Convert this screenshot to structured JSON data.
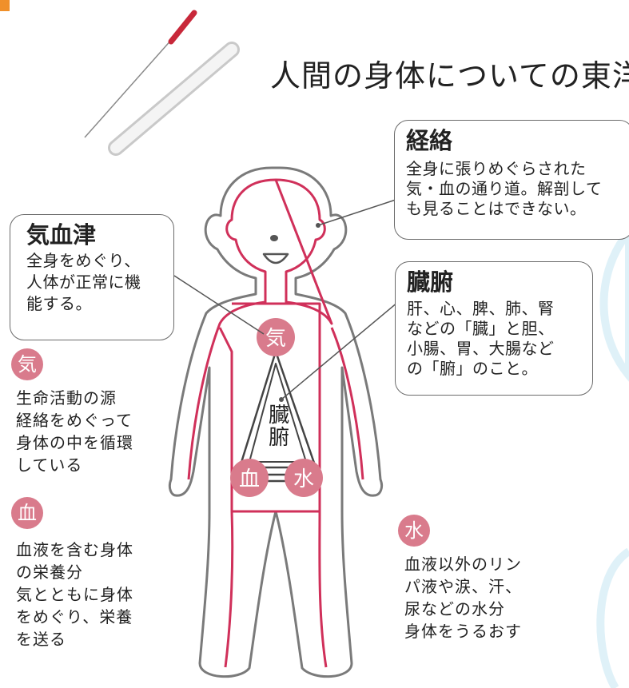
{
  "title": "人間の身体についての東洋",
  "keiraku": {
    "heading": "経絡",
    "text": "全身に張りめぐらされた\n気・血の通り道。解剖して\nも見ることはできない。"
  },
  "kiketsushin": {
    "heading": "気血津",
    "text": "全身をめぐり、\n人体が正常に機\n能する。"
  },
  "zoufu": {
    "heading": "臓腑",
    "text": "肝、心、脾、肺、腎\nなどの「臓」と胆、\n小腸、胃、大腸など\nの「腑」のこと。"
  },
  "ki": {
    "badge": "気",
    "text": "生命活動の源\n経絡をめぐって\n身体の中を循環\nしている"
  },
  "ketsu": {
    "badge": "血",
    "text": "血液を含む身体\nの栄養分\n気とともに身体\nをめぐり、栄養\nを送る"
  },
  "sui": {
    "badge": "水",
    "text": "血液以外のリン\nパ液や涙、汗、\n尿などの水分\n身体をうるおす"
  },
  "figure": {
    "ki": "気",
    "ketsu": "血",
    "sui": "水",
    "zoufu_line1": "臓",
    "zoufu_line2": "腑"
  },
  "colors": {
    "accent_pink": "#d97b8c",
    "meridian_red": "#d0305a",
    "needle_tip": "#c8283a",
    "bg_wave": "#dff1f8"
  }
}
